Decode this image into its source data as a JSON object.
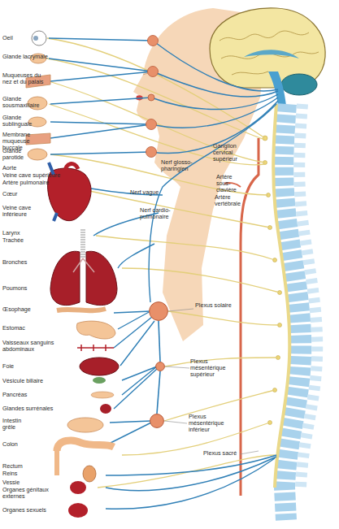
{
  "diagram": {
    "nodes": [
      {
        "text": [
          "Plexus solaire"
        ]
      },
      {
        "text": [
          "Plexus mésentérique supérieur"
        ]
      },
      {
        "text": [
          "Plexus mésentérique inférieur"
        ]
      }
    ],
    "edges": [
      {
        "from": 0,
        "to": 1,
        "arrow": "none"
      },
      {
        "from": 1,
        "to": 2,
        "arrow": "none"
      }
    ],
    "labels": [
      "Oeil",
      "Glande lacrymale",
      "Muqueuses du nez et du palais",
      "Glande sousmaxillaire",
      "Glande sublinguale",
      "Membrane muqueuse buccale",
      "Glande parotide",
      "Aorte",
      "Veine cave supérieure",
      "Artère pulmonaire",
      "Cœur",
      "Veine cave inférieure",
      "Larynx",
      "Trachée",
      "Bronches",
      "Poumons",
      "Œsophage",
      "Estomac",
      "Vaisseaux sanguins abdominaux",
      "Foie",
      "Vésicule biliaire",
      "Pancréas",
      "Glandes surrénales",
      "Intestin grêle",
      "Colon",
      "Rectum",
      "Reins",
      "Vessie",
      "Organes génitaux externes",
      "Organes sexuels",
      "Nerf glosso-pharingien",
      "Nerf vague",
      "Nerf cardio-pulmonaire",
      "Ganglion cervical supérieur",
      "Artère sous-clavière",
      "Artère vertébrale",
      "Plexus sacré"
    ]
  }
}
